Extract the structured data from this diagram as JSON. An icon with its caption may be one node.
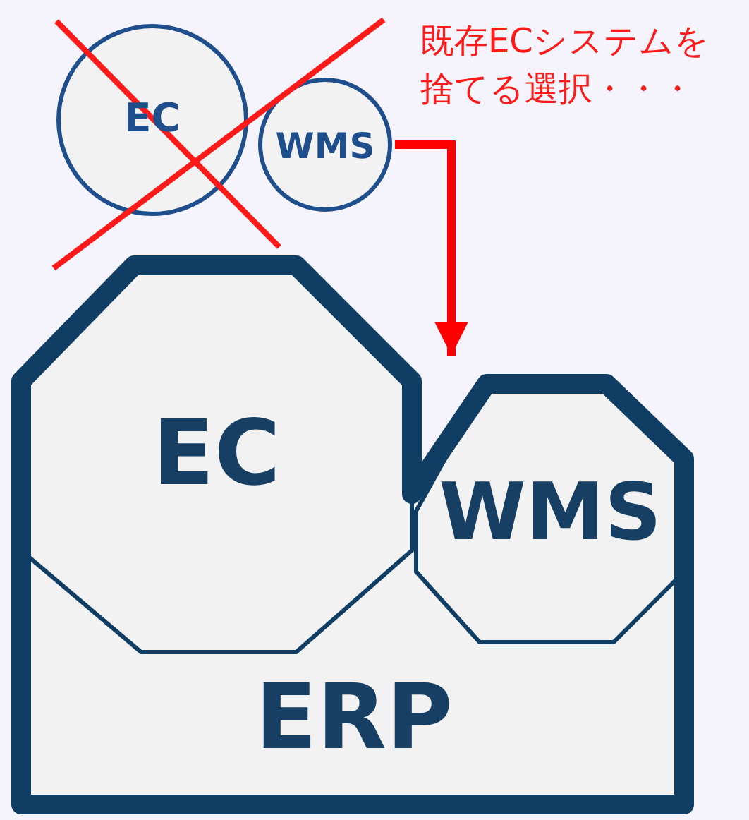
{
  "diagram": {
    "nodes": [
      {
        "text": [
          "EC"
        ]
      },
      {
        "text": [
          "WMS"
        ]
      },
      {
        "text": [
          "ERP"
        ]
      },
      {
        "text": [
          "EC"
        ],
        "in": 2
      },
      {
        "text": [
          "WMS"
        ],
        "in": 2
      }
    ],
    "edges": [
      {
        "from": 1,
        "to": 2,
        "arrow": "to",
        "color": "#ff0000"
      }
    ],
    "labels": [
      "既存ECシステムを捨てる選択・・・"
    ]
  }
}
